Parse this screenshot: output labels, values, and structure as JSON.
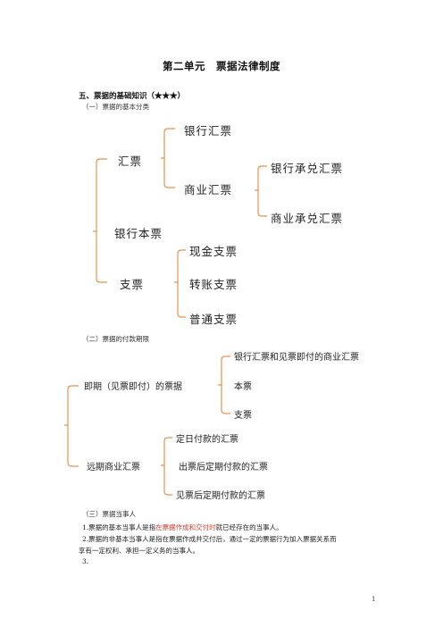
{
  "doc": {
    "title": "第二单元　票据法律制度",
    "section_heading": "五、票据的基础知识（★★★）",
    "sub1": "（一）票据的基本分类",
    "sub2": "（二）票据的付款期限",
    "sub3": "（三）票据当事人",
    "para1_pre": "1.票据的基本当事人是指",
    "para1_red": "在票据作成和交付时",
    "para1_post": "就已经存在的当事人。",
    "para2_line1": "2.票据的非基本当事人是指在票据作成并交付后，通过一定的票据行为加入票据关系而",
    "para2_line2": "享有一定权利、承担一定义务的当事人。",
    "para3": "3.",
    "page_number": "1"
  },
  "tree1": {
    "huipiao": "汇票",
    "yinhang_huipiao": "银行汇票",
    "shangye_huipiao": "商业汇票",
    "yinhang_chengdui": "银行承兑汇票",
    "shangye_chengdui": "商业承兑汇票",
    "yinhang_benpiao": "银行本票",
    "zhipiao": "支票",
    "xianjin_zhipiao": "现金支票",
    "zhuanzhang_zhipiao": "转账支票",
    "putong_zhipiao": "普通支票"
  },
  "tree2": {
    "jiqi": "即期（见票即付）的票据",
    "jiqi_item1": "银行汇票和见票即付的商业汇票",
    "jiqi_item2": "本票",
    "jiqi_item3": "支票",
    "yuanqi": "远期商业汇票",
    "yuanqi_item1": "定日付款的汇票",
    "yuanqi_item2": "出票后定期付款的汇票",
    "yuanqi_item3": "见票后定期付款的汇票"
  },
  "colors": {
    "bracket": "#e8924a",
    "highlight": "#d43b2a"
  }
}
